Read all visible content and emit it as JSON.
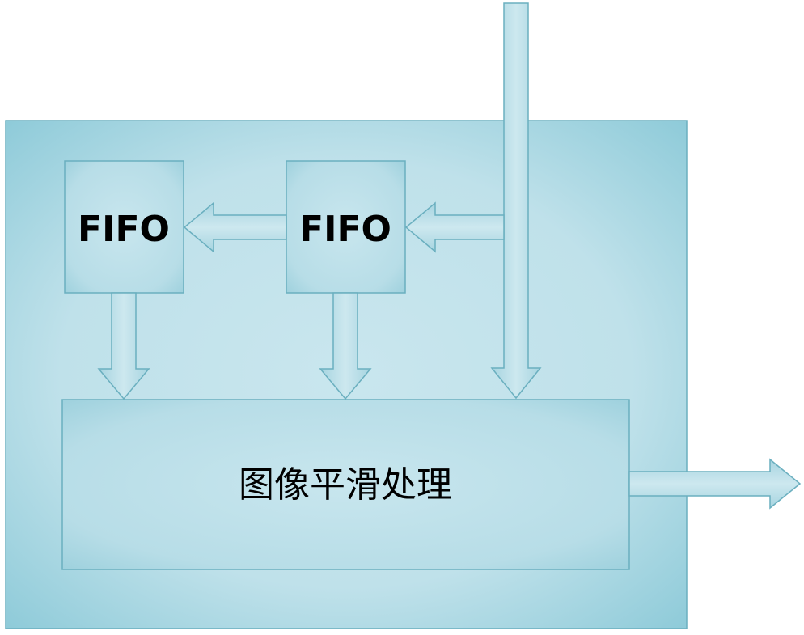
{
  "diagram": {
    "fifo_left_label": "FIFO",
    "fifo_right_label": "FIFO",
    "processor_label": "图像平滑处理"
  },
  "colors": {
    "fill_light": "#C7E4EC",
    "fill_mid": "#A9D6E2",
    "fill_dark": "#8CCAD8",
    "stroke": "#6AAFBF"
  }
}
